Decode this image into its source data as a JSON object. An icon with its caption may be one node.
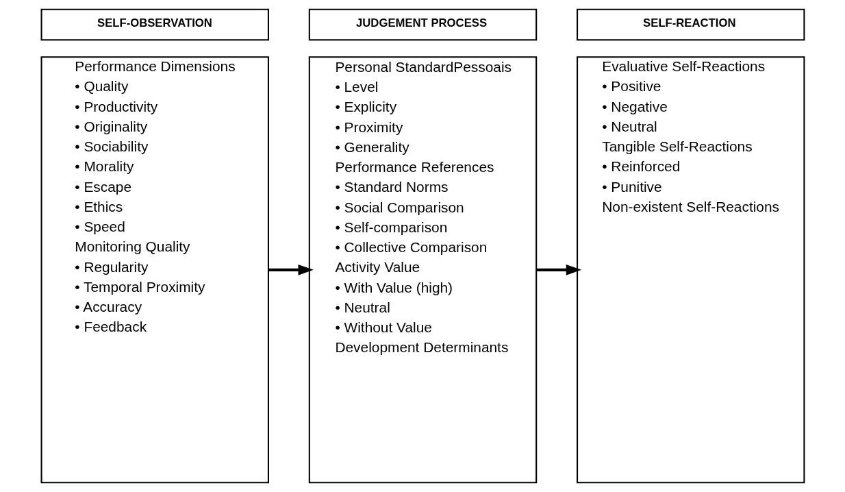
{
  "diagram": {
    "nodes": [
      {
        "text": [
          "SELF-OBSERVATION"
        ]
      },
      {
        "text": [
          "JUDGEMENT PROCESS"
        ]
      },
      {
        "text": [
          "SELF-REACTION"
        ]
      },
      {
        "text": [
          "Performance Dimensions",
          "• Quality",
          "• Productivity",
          "• Originality",
          "• Sociability",
          "• Morality",
          "• Escape",
          "• Ethics",
          "• Speed",
          "Monitoring Quality",
          "• Regularity",
          "• Temporal Proximity",
          "• Accuracy",
          "• Feedback"
        ]
      },
      {
        "text": [
          "Personal StandardPessoais",
          "• Level",
          "• Explicity",
          "• Proximity",
          "• Generality",
          "Performance References",
          "• Standard Norms",
          "• Social Comparison",
          "• Self-comparison",
          "• Collective Comparison",
          "Activity Value",
          "• With Value (high)",
          "• Neutral",
          "• Without Value",
          "Development Determinants"
        ]
      },
      {
        "text": [
          "Evaluative Self-Reactions",
          "• Positive",
          "• Negative",
          "• Neutral",
          "Tangible Self-Reactions",
          "• Reinforced",
          "• Punitive",
          "Non-existent Self-Reactions"
        ]
      }
    ],
    "edges": [
      {
        "from": 3,
        "to": 4,
        "arrow": "to"
      },
      {
        "from": 4,
        "to": 5,
        "arrow": "to"
      }
    ]
  }
}
